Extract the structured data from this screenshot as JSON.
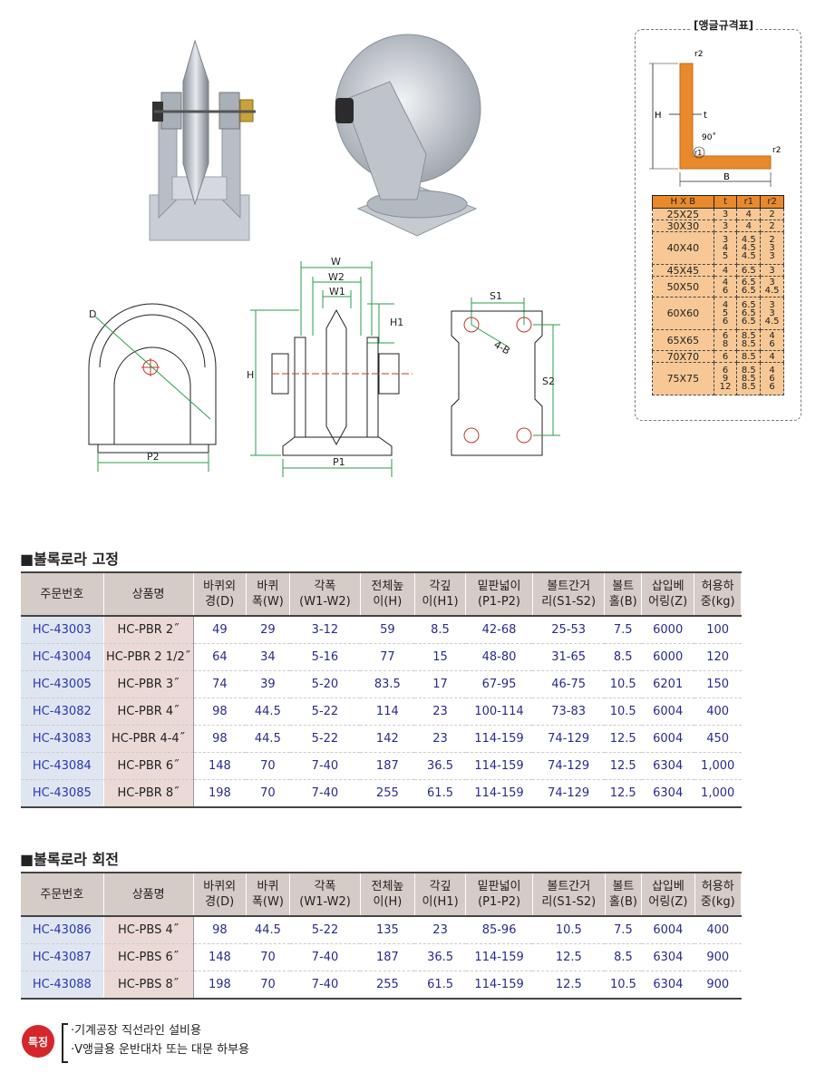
{
  "angle_spec": {
    "title": "[앵글규격표]",
    "diagram_labels": {
      "h": "H",
      "b": "B",
      "t": "t",
      "r1": "r1",
      "r2_top": "r2",
      "r2_right": "r2",
      "angle": "90˚"
    },
    "headers": [
      "H X B",
      "t",
      "r1",
      "r2"
    ],
    "rows": [
      {
        "size": "25X25",
        "t": "3",
        "r1": "4",
        "r2": "2"
      },
      {
        "size": "30X30",
        "t": "3",
        "r1": "4",
        "r2": "2"
      },
      {
        "size": "40X40",
        "t": "3\n4\n5",
        "r1": "4.5\n4.5\n4.5",
        "r2": "2\n3\n3"
      },
      {
        "size": "45X45",
        "t": "4",
        "r1": "6.5",
        "r2": "3"
      },
      {
        "size": "50X50",
        "t": "4\n6",
        "r1": "6.5\n6.5",
        "r2": "3\n4.5"
      },
      {
        "size": "60X60",
        "t": "4\n5\n6",
        "r1": "6.5\n6.5\n6.5",
        "r2": "3\n3\n4.5"
      },
      {
        "size": "65X65",
        "t": "6\n8",
        "r1": "8.5\n8.5",
        "r2": "4\n6"
      },
      {
        "size": "70X70",
        "t": "6",
        "r1": "8.5",
        "r2": "4"
      },
      {
        "size": "75X75",
        "t": "6\n9\n12",
        "r1": "8.5\n8.5\n8.5",
        "r2": "4\n6\n6"
      }
    ]
  },
  "drawing_labels": {
    "side": {
      "d": "D",
      "p2": "P2"
    },
    "front": {
      "w": "W",
      "w2": "W2",
      "w1": "W1",
      "h": "H",
      "h1": "H1",
      "p1": "P1"
    },
    "plate": {
      "s1": "S1",
      "s2": "S2",
      "hole": "4-B"
    }
  },
  "section_fixed": {
    "title": "■볼록로라 고정"
  },
  "section_swivel": {
    "title": "■볼록로라 회전"
  },
  "spec_headers": [
    {
      "line1": "주문번호",
      "line2": ""
    },
    {
      "line1": "상품명",
      "line2": ""
    },
    {
      "line1": "바퀴외",
      "line2": "경(D)"
    },
    {
      "line1": "바퀴",
      "line2": "폭(W)"
    },
    {
      "line1": "각폭",
      "line2": "(W1-W2)"
    },
    {
      "line1": "전체높",
      "line2": "이(H)"
    },
    {
      "line1": "각깊",
      "line2": "이(H1)"
    },
    {
      "line1": "밑판넓이",
      "line2": "(P1-P2)"
    },
    {
      "line1": "볼트간거",
      "line2": "리(S1-S2)"
    },
    {
      "line1": "볼트",
      "line2": "홀(B)"
    },
    {
      "line1": "삽입베",
      "line2": "어링(Z)"
    },
    {
      "line1": "허용하",
      "line2": "중(kg)"
    }
  ],
  "fixed_rows": [
    [
      "HC-43003",
      "HC-PBR 2˝",
      "49",
      "29",
      "3-12",
      "59",
      "8.5",
      "42-68",
      "25-53",
      "7.5",
      "6000",
      "100"
    ],
    [
      "HC-43004",
      "HC-PBR 2 1/2˝",
      "64",
      "34",
      "5-16",
      "77",
      "15",
      "48-80",
      "31-65",
      "8.5",
      "6000",
      "120"
    ],
    [
      "HC-43005",
      "HC-PBR 3˝",
      "74",
      "39",
      "5-20",
      "83.5",
      "17",
      "67-95",
      "46-75",
      "10.5",
      "6201",
      "150"
    ],
    [
      "HC-43082",
      "HC-PBR 4˝",
      "98",
      "44.5",
      "5-22",
      "114",
      "23",
      "100-114",
      "73-83",
      "10.5",
      "6004",
      "400"
    ],
    [
      "HC-43083",
      "HC-PBR 4-4˝",
      "98",
      "44.5",
      "5-22",
      "142",
      "23",
      "114-159",
      "74-129",
      "12.5",
      "6004",
      "450"
    ],
    [
      "HC-43084",
      "HC-PBR 6˝",
      "148",
      "70",
      "7-40",
      "187",
      "36.5",
      "114-159",
      "74-129",
      "12.5",
      "6304",
      "1,000"
    ],
    [
      "HC-43085",
      "HC-PBR 8˝",
      "198",
      "70",
      "7-40",
      "255",
      "61.5",
      "114-159",
      "74-129",
      "12.5",
      "6304",
      "1,000"
    ]
  ],
  "swivel_rows": [
    [
      "HC-43086",
      "HC-PBS 4˝",
      "98",
      "44.5",
      "5-22",
      "135",
      "23",
      "85-96",
      "10.5",
      "7.5",
      "6004",
      "400"
    ],
    [
      "HC-43087",
      "HC-PBS 6˝",
      "148",
      "70",
      "7-40",
      "187",
      "36.5",
      "114-159",
      "12.5",
      "8.5",
      "6304",
      "900"
    ],
    [
      "HC-43088",
      "HC-PBS 8˝",
      "198",
      "70",
      "7-40",
      "255",
      "61.5",
      "114-159",
      "12.5",
      "10.5",
      "6304",
      "900"
    ]
  ],
  "features": {
    "badge": "특징",
    "items": [
      "·기계공장 직선라인 설비용",
      "·V앵글용 운반대차 또는 대문 하부용"
    ]
  },
  "colors": {
    "angle_orange": "#e8892c",
    "angle_table_bg": "#f7c895",
    "dimension_green": "#2a9d4a",
    "badge_red": "#d4262b"
  }
}
